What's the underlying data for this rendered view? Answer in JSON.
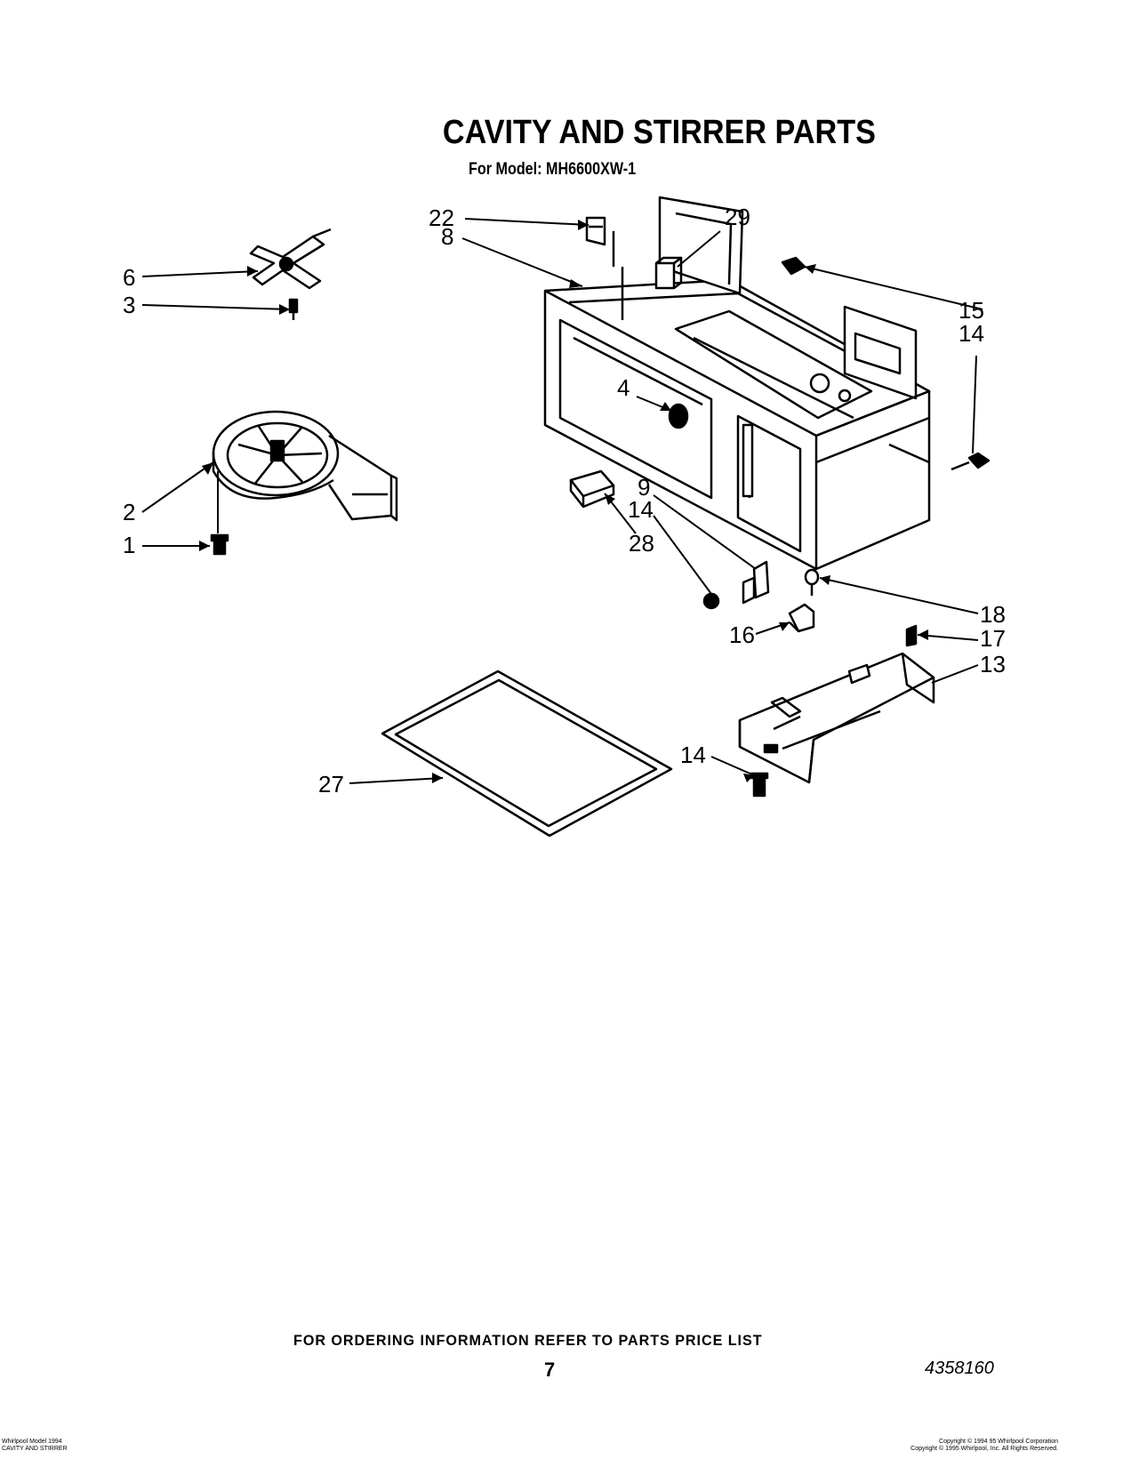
{
  "title": "CAVITY AND STIRRER PARTS",
  "subtitle": "For Model: MH6600XW-1",
  "callouts": {
    "c22": "22",
    "c8": "8",
    "c29": "29",
    "c6": "6",
    "c3": "3",
    "c15": "15",
    "c14a": "14",
    "c4": "4",
    "c2": "2",
    "c1": "1",
    "c9": "9",
    "c14b": "14",
    "c28": "28",
    "c18": "18",
    "c16": "16",
    "c17": "17",
    "c13": "13",
    "c14c": "14",
    "c27": "27"
  },
  "footer": {
    "ordering": "FOR ORDERING INFORMATION REFER TO PARTS PRICE LIST",
    "page": "7",
    "doc_number": "4358160"
  },
  "meta": {
    "left_line1": "Whirlpool Model 1994",
    "left_line2": "CAVITY AND STIRRER",
    "right_line1": "Copyright © 1994 95 Whirlpool Corporation",
    "right_line2": "Copyright © 1995 Whirlpool, Inc. All Rights Reserved."
  }
}
